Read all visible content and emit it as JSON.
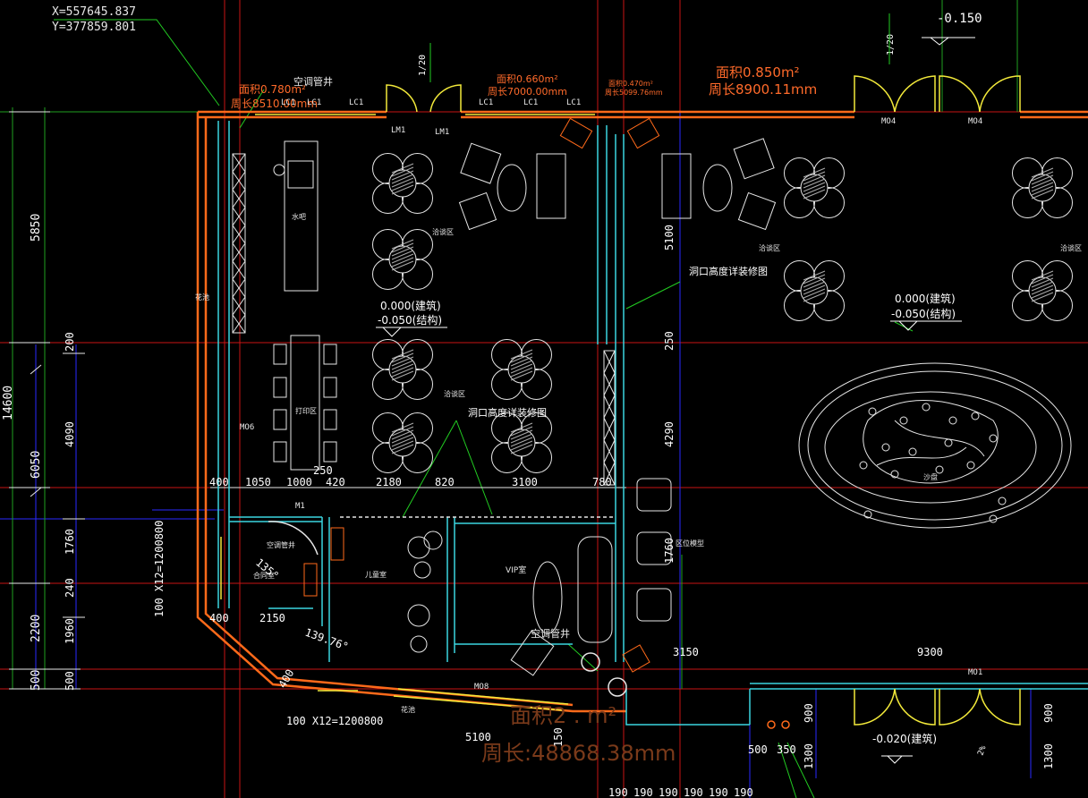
{
  "colors": {
    "background": "#000000",
    "grid_red": "#c81414",
    "grid_blue": "#2a2aff",
    "grid_green": "#1fa01f",
    "wall_orange": "#ff6a1a",
    "wall_cyan": "#3ad6e0",
    "furniture_white": "#e6e6e6",
    "label_orange": "#ff6a2a",
    "door_yellow": "#f2e93a",
    "dim_white": "#ffffff",
    "note_green": "#33ee33"
  },
  "coords": {
    "x": "X=557645.837",
    "y": "Y=377859.801"
  },
  "level_top": "-0.150",
  "slope_labels": [
    "1/20",
    "1/20"
  ],
  "areas": [
    {
      "area": "面积0.780m²",
      "perimeter": "周长8510.00mm"
    },
    {
      "area": "面积0.660m²",
      "perimeter": "周长7000.00mm"
    },
    {
      "area": "面积0.470m²",
      "perimeter": "周长5099.76mm"
    },
    {
      "area": "面积0.850m²",
      "perimeter": "周长8900.11mm"
    }
  ],
  "big_area": {
    "area": "面积2  .  m²",
    "perimeter": "周长:48868.38mm"
  },
  "door_labels": [
    "LC1",
    "LC1",
    "LC1",
    "LM1",
    "LM1",
    "LC1",
    "LC1",
    "LC1",
    "MO4",
    "MO4",
    "MO6",
    "M1",
    "MO8",
    "MO1"
  ],
  "room_labels": [
    "空调管井",
    "水吧",
    "花池",
    "洽谈区",
    "洽谈区",
    "洽谈区",
    "打印区",
    "洽谈区",
    "空调管井",
    "合同室",
    "儿童室",
    "VIP室",
    "区位模型",
    "空调管井",
    "沙盘",
    "花池"
  ],
  "notes": [
    "洞口高度详装修图",
    "洞口高度详装修图"
  ],
  "levels": [
    {
      "arch": "0.000(建筑)",
      "struct": "-0.050(结构)"
    },
    {
      "arch": "0.000(建筑)",
      "struct": "-0.050(结构)"
    },
    {
      "arch": "-0.020(建筑)"
    }
  ],
  "dims_left_outer": [
    "5850",
    "14600",
    "6050",
    "2200",
    "500"
  ],
  "dims_left_inner": [
    "200",
    "4090",
    "1760",
    "240",
    "1960",
    "500"
  ],
  "dims_mid_vertical": [
    "5100",
    "250",
    "4290",
    "1760"
  ],
  "dims_horizontal": [
    "400",
    "1050",
    "1000",
    "420",
    "2180",
    "820",
    "3100",
    "780",
    "250"
  ],
  "dims_misc": [
    "400",
    "2150",
    "135°",
    "139.76°",
    "400",
    "3150",
    "9300",
    "900",
    "1300",
    "900",
    "1300",
    "500",
    "350",
    "5100",
    "150",
    "2%"
  ],
  "dims_bottom": [
    "190",
    "190",
    "190",
    "190",
    "190",
    "190"
  ],
  "pipe_notes": [
    "100 X12=1200800",
    "100 X12=1200800"
  ]
}
